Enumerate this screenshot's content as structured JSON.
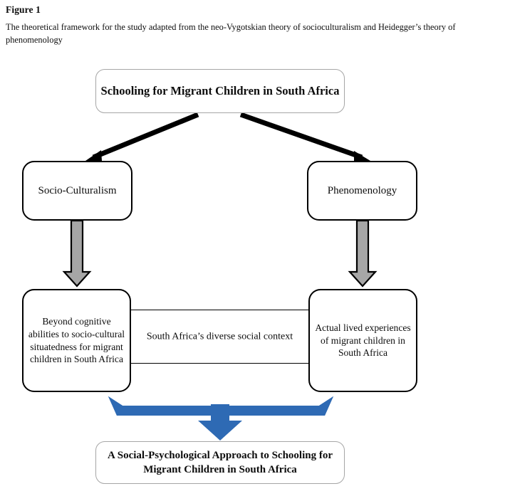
{
  "figure": {
    "label": "Figure 1",
    "caption": "The theoretical framework for the study adapted from the neo-Vygotskian theory of socioculturalism and Heidegger’s theory of phenomenology"
  },
  "diagram": {
    "type": "flowchart",
    "nodes": {
      "top": "Schooling for Migrant Children in South Africa",
      "left_theory": "Socio-Culturalism",
      "right_theory": "Phenomenology",
      "left_outcome": "Beyond cognitive abilities to socio-cultural situatedness for migrant children in South Africa",
      "right_outcome": "Actual lived experiences of migrant children in South Africa",
      "bridge": "South Africa’s diverse social context",
      "bottom": "A Social-Psychological Approach to Schooling for Migrant Children in South Africa"
    },
    "connectors": {
      "top_to_left": "black-diagonal-arrow",
      "top_to_right": "black-diagonal-arrow",
      "left_theory_to_left_outcome": "gray-down-arrow",
      "right_theory_to_right_outcome": "gray-down-arrow",
      "outcomes_to_bottom": "blue-merge-down-arrow",
      "outcome_bridge": "double-horizontal-line"
    },
    "colors": {
      "merge_arrow_fill": "#2E6AB4",
      "merge_arrow_shade": "#1F4E8C",
      "vertical_arrow_fill": "#A6A6A6",
      "vertical_arrow_stroke": "#000000",
      "diagonal_arrow": "#000000",
      "thin_border": "#A6A6A6",
      "bold_border": "#000000",
      "text": "#0D0D0D",
      "background": "#FFFFFF"
    }
  }
}
